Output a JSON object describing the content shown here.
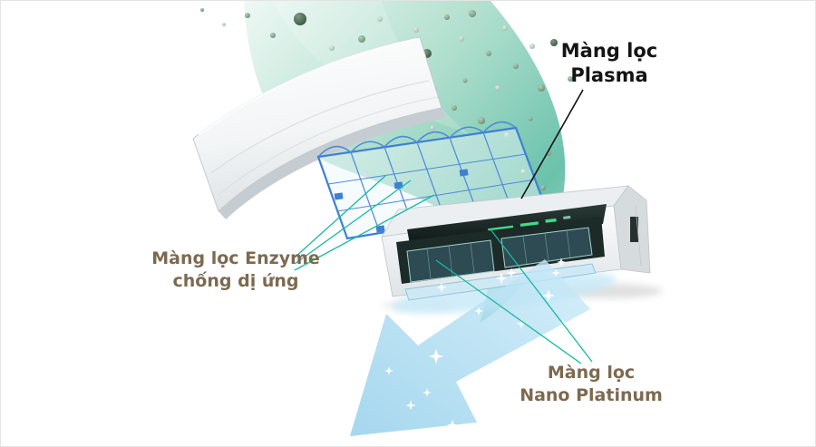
{
  "labels": {
    "plasma": {
      "line1": "Màng lọc",
      "line2": "Plasma"
    },
    "enzyme": {
      "line1": "Màng lọc Enzyme",
      "line2": "chống dị ứng"
    },
    "nano": {
      "line1": "Màng lọc",
      "line2": "Nano Platinum"
    }
  },
  "colors": {
    "plasma_label": "#141414",
    "filter_label_brown": "#7c6a50",
    "teal_ribbon": "#63bfa7",
    "filter_grid_blue": "#3f7fd4",
    "leader_line_teal": "#17b8a2",
    "leader_line_black": "#111111",
    "airflow_arrow_blue": "#9fd5ef",
    "display_segment_green": "#43d98c"
  }
}
